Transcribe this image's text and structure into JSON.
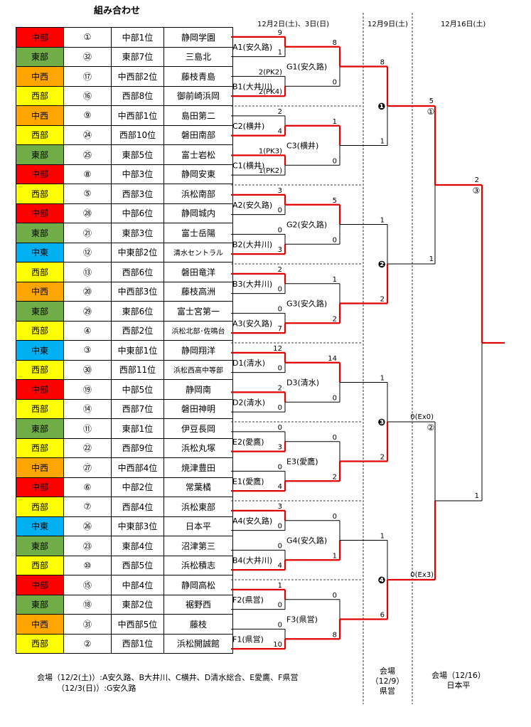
{
  "title": "組み合わせ",
  "round_headers": {
    "r1": "12月2日(土)、3日(日)",
    "r3": "12月9日(土)",
    "r4": "12月16日(土)"
  },
  "colors": {
    "中部": "#ff0000",
    "東部": "#70ad47",
    "中西": "#ffa500",
    "西部": "#ffff00",
    "中東": "#00b0f0",
    "bracket_win": "#e00000",
    "bracket_base": "#000000"
  },
  "teams": [
    {
      "region": "中部",
      "seed": "①",
      "rank": "中部1位",
      "school": "静岡学園"
    },
    {
      "region": "東部",
      "seed": "㉜",
      "rank": "東部7位",
      "school": "三島北"
    },
    {
      "region": "中西",
      "seed": "⑰",
      "rank": "中西部2位",
      "school": "藤枝青島"
    },
    {
      "region": "西部",
      "seed": "⑯",
      "rank": "西部8位",
      "school": "御前崎浜岡"
    },
    {
      "region": "中西",
      "seed": "⑨",
      "rank": "中西部1位",
      "school": "島田第二"
    },
    {
      "region": "西部",
      "seed": "㉔",
      "rank": "西部10位",
      "school": "磐田南部"
    },
    {
      "region": "東部",
      "seed": "㉕",
      "rank": "東部5位",
      "school": "富士岩松"
    },
    {
      "region": "中部",
      "seed": "⑧",
      "rank": "中部3位",
      "school": "静岡安東"
    },
    {
      "region": "西部",
      "seed": "⑤",
      "rank": "西部3位",
      "school": "浜松南部"
    },
    {
      "region": "中部",
      "seed": "㉘",
      "rank": "中部6位",
      "school": "静岡城内"
    },
    {
      "region": "東部",
      "seed": "㉑",
      "rank": "東部3位",
      "school": "富士岳陽"
    },
    {
      "region": "中東",
      "seed": "⑫",
      "rank": "中東部2位",
      "school": "清水セントラル"
    },
    {
      "region": "西部",
      "seed": "⑬",
      "rank": "西部6位",
      "school": "磐田竜洋"
    },
    {
      "region": "中西",
      "seed": "⑳",
      "rank": "中西部3位",
      "school": "藤枝高洲"
    },
    {
      "region": "東部",
      "seed": "㉙",
      "rank": "東部6位",
      "school": "富士宮第一"
    },
    {
      "region": "西部",
      "seed": "④",
      "rank": "西部2位",
      "school": "浜松北部･佐鳴台"
    },
    {
      "region": "中東",
      "seed": "③",
      "rank": "中東部1位",
      "school": "静岡翔洋"
    },
    {
      "region": "西部",
      "seed": "㉚",
      "rank": "西部11位",
      "school": "浜松西高中等部"
    },
    {
      "region": "中部",
      "seed": "⑲",
      "rank": "中部5位",
      "school": "静岡南"
    },
    {
      "region": "西部",
      "seed": "⑭",
      "rank": "西部7位",
      "school": "磐田神明"
    },
    {
      "region": "東部",
      "seed": "⑪",
      "rank": "東部1位",
      "school": "伊豆長岡"
    },
    {
      "region": "西部",
      "seed": "㉒",
      "rank": "西部9位",
      "school": "浜松丸塚"
    },
    {
      "region": "中西",
      "seed": "㉗",
      "rank": "中西部4位",
      "school": "焼津豊田"
    },
    {
      "region": "中部",
      "seed": "⑥",
      "rank": "中部2位",
      "school": "常葉橘"
    },
    {
      "region": "西部",
      "seed": "⑦",
      "rank": "西部4位",
      "school": "浜松東部"
    },
    {
      "region": "中東",
      "seed": "㉖",
      "rank": "中東部3位",
      "school": "日本平"
    },
    {
      "region": "東部",
      "seed": "㉓",
      "rank": "東部4位",
      "school": "沼津第三"
    },
    {
      "region": "西部",
      "seed": "⑩",
      "rank": "西部5位",
      "school": "浜松積志"
    },
    {
      "region": "中部",
      "seed": "⑮",
      "rank": "中部4位",
      "school": "静岡高松"
    },
    {
      "region": "東部",
      "seed": "⑱",
      "rank": "東部2位",
      "school": "裾野西"
    },
    {
      "region": "中西",
      "seed": "㉛",
      "rank": "中西部5位",
      "school": "藤枝"
    },
    {
      "region": "西部",
      "seed": "②",
      "rank": "西部1位",
      "school": "浜松開誠館"
    }
  ],
  "r1_matches": [
    {
      "label": "A1(安久路)",
      "s_top": "9",
      "s_bot": "1",
      "winner": "top"
    },
    {
      "label": "B1(大井川)",
      "s_top": "2(PK2)",
      "s_bot": "2(PK4)",
      "winner": "bot"
    },
    {
      "label": "C2(横井)",
      "s_top": "2",
      "s_bot": "4",
      "winner": "bot"
    },
    {
      "label": "C1(横井)",
      "s_top": "1(PK3)",
      "s_bot": "1(PK2)",
      "winner": "top"
    },
    {
      "label": "A2(安久路)",
      "s_top": "3",
      "s_bot": "0",
      "winner": "top"
    },
    {
      "label": "B2(大井川)",
      "s_top": "0",
      "s_bot": "3",
      "winner": "bot"
    },
    {
      "label": "B3(大井川)",
      "s_top": "2",
      "s_bot": "0",
      "winner": "top"
    },
    {
      "label": "A3(安久路)",
      "s_top": "0",
      "s_bot": "7",
      "winner": "bot"
    },
    {
      "label": "D1(清水)",
      "s_top": "12",
      "s_bot": "0",
      "winner": "top"
    },
    {
      "label": "D2(清水)",
      "s_top": "2",
      "s_bot": "0",
      "winner": "top"
    },
    {
      "label": "E2(愛鷹)",
      "s_top": "0",
      "s_bot": "3",
      "winner": "bot"
    },
    {
      "label": "E1(愛鷹)",
      "s_top": "0",
      "s_bot": "4",
      "winner": "bot"
    },
    {
      "label": "A4(安久路)",
      "s_top": "3",
      "s_bot": "0",
      "winner": "top"
    },
    {
      "label": "B4(大井川)",
      "s_top": "0",
      "s_bot": "4",
      "winner": "bot"
    },
    {
      "label": "F2(県営)",
      "s_top": "1",
      "s_bot": "0",
      "winner": "top"
    },
    {
      "label": "F1(県営)",
      "s_top": "0",
      "s_bot": "10",
      "winner": "bot"
    }
  ],
  "r2_matches": [
    {
      "label": "G1(安久路)",
      "s_top": "8",
      "s_bot": "0",
      "winner": "top"
    },
    {
      "label": "C3(横井)",
      "s_top": "1",
      "s_bot": "0",
      "winner": "top"
    },
    {
      "label": "G2(安久路)",
      "s_top": "5",
      "s_bot": "0",
      "winner": "top"
    },
    {
      "label": "G3(安久路)",
      "s_top": "1",
      "s_bot": "2",
      "winner": "bot"
    },
    {
      "label": "D3(清水)",
      "s_top": "14",
      "s_bot": "0",
      "winner": "top"
    },
    {
      "label": "E3(愛鷹)",
      "s_top": "0",
      "s_bot": "2",
      "winner": "bot"
    },
    {
      "label": "G4(安久路)",
      "s_top": "0",
      "s_bot": "1",
      "winner": "bot"
    },
    {
      "label": "F3(県営)",
      "s_top": "0",
      "s_bot": "8",
      "winner": "bot"
    }
  ],
  "r3_matches": [
    {
      "label": "❶",
      "s_top": "8",
      "s_bot": "1",
      "winner": "top"
    },
    {
      "label": "❷",
      "s_top": "1",
      "s_bot": "2",
      "winner": "bot"
    },
    {
      "label": "❸",
      "s_top": "1",
      "s_bot": "2",
      "winner": "bot"
    },
    {
      "label": "❹",
      "s_top": "1",
      "s_bot": "6",
      "winner": "bot"
    }
  ],
  "r4_matches": [
    {
      "label": "①",
      "s_top": "5",
      "s_bot": "1",
      "winner": "top"
    },
    {
      "label": "②",
      "s_top": "0(Ex0)",
      "s_bot": "0(Ex3)",
      "winner": "bot"
    }
  ],
  "final_match": {
    "label": "③",
    "s_top": "2",
    "s_bot": "1",
    "winner": "top"
  },
  "venues": {
    "r1_line1": "会場（12/2(土)）:A安久路、B大井川、C横井、D清水総合、E愛鷹、F県営",
    "r1_line2": "（12/3(日)）:G安久路",
    "r3_title": "会場",
    "r3_date": "（12/9）",
    "r3_place": "県営",
    "r4_title": "会場（12/16）",
    "r4_place": "日本平"
  }
}
